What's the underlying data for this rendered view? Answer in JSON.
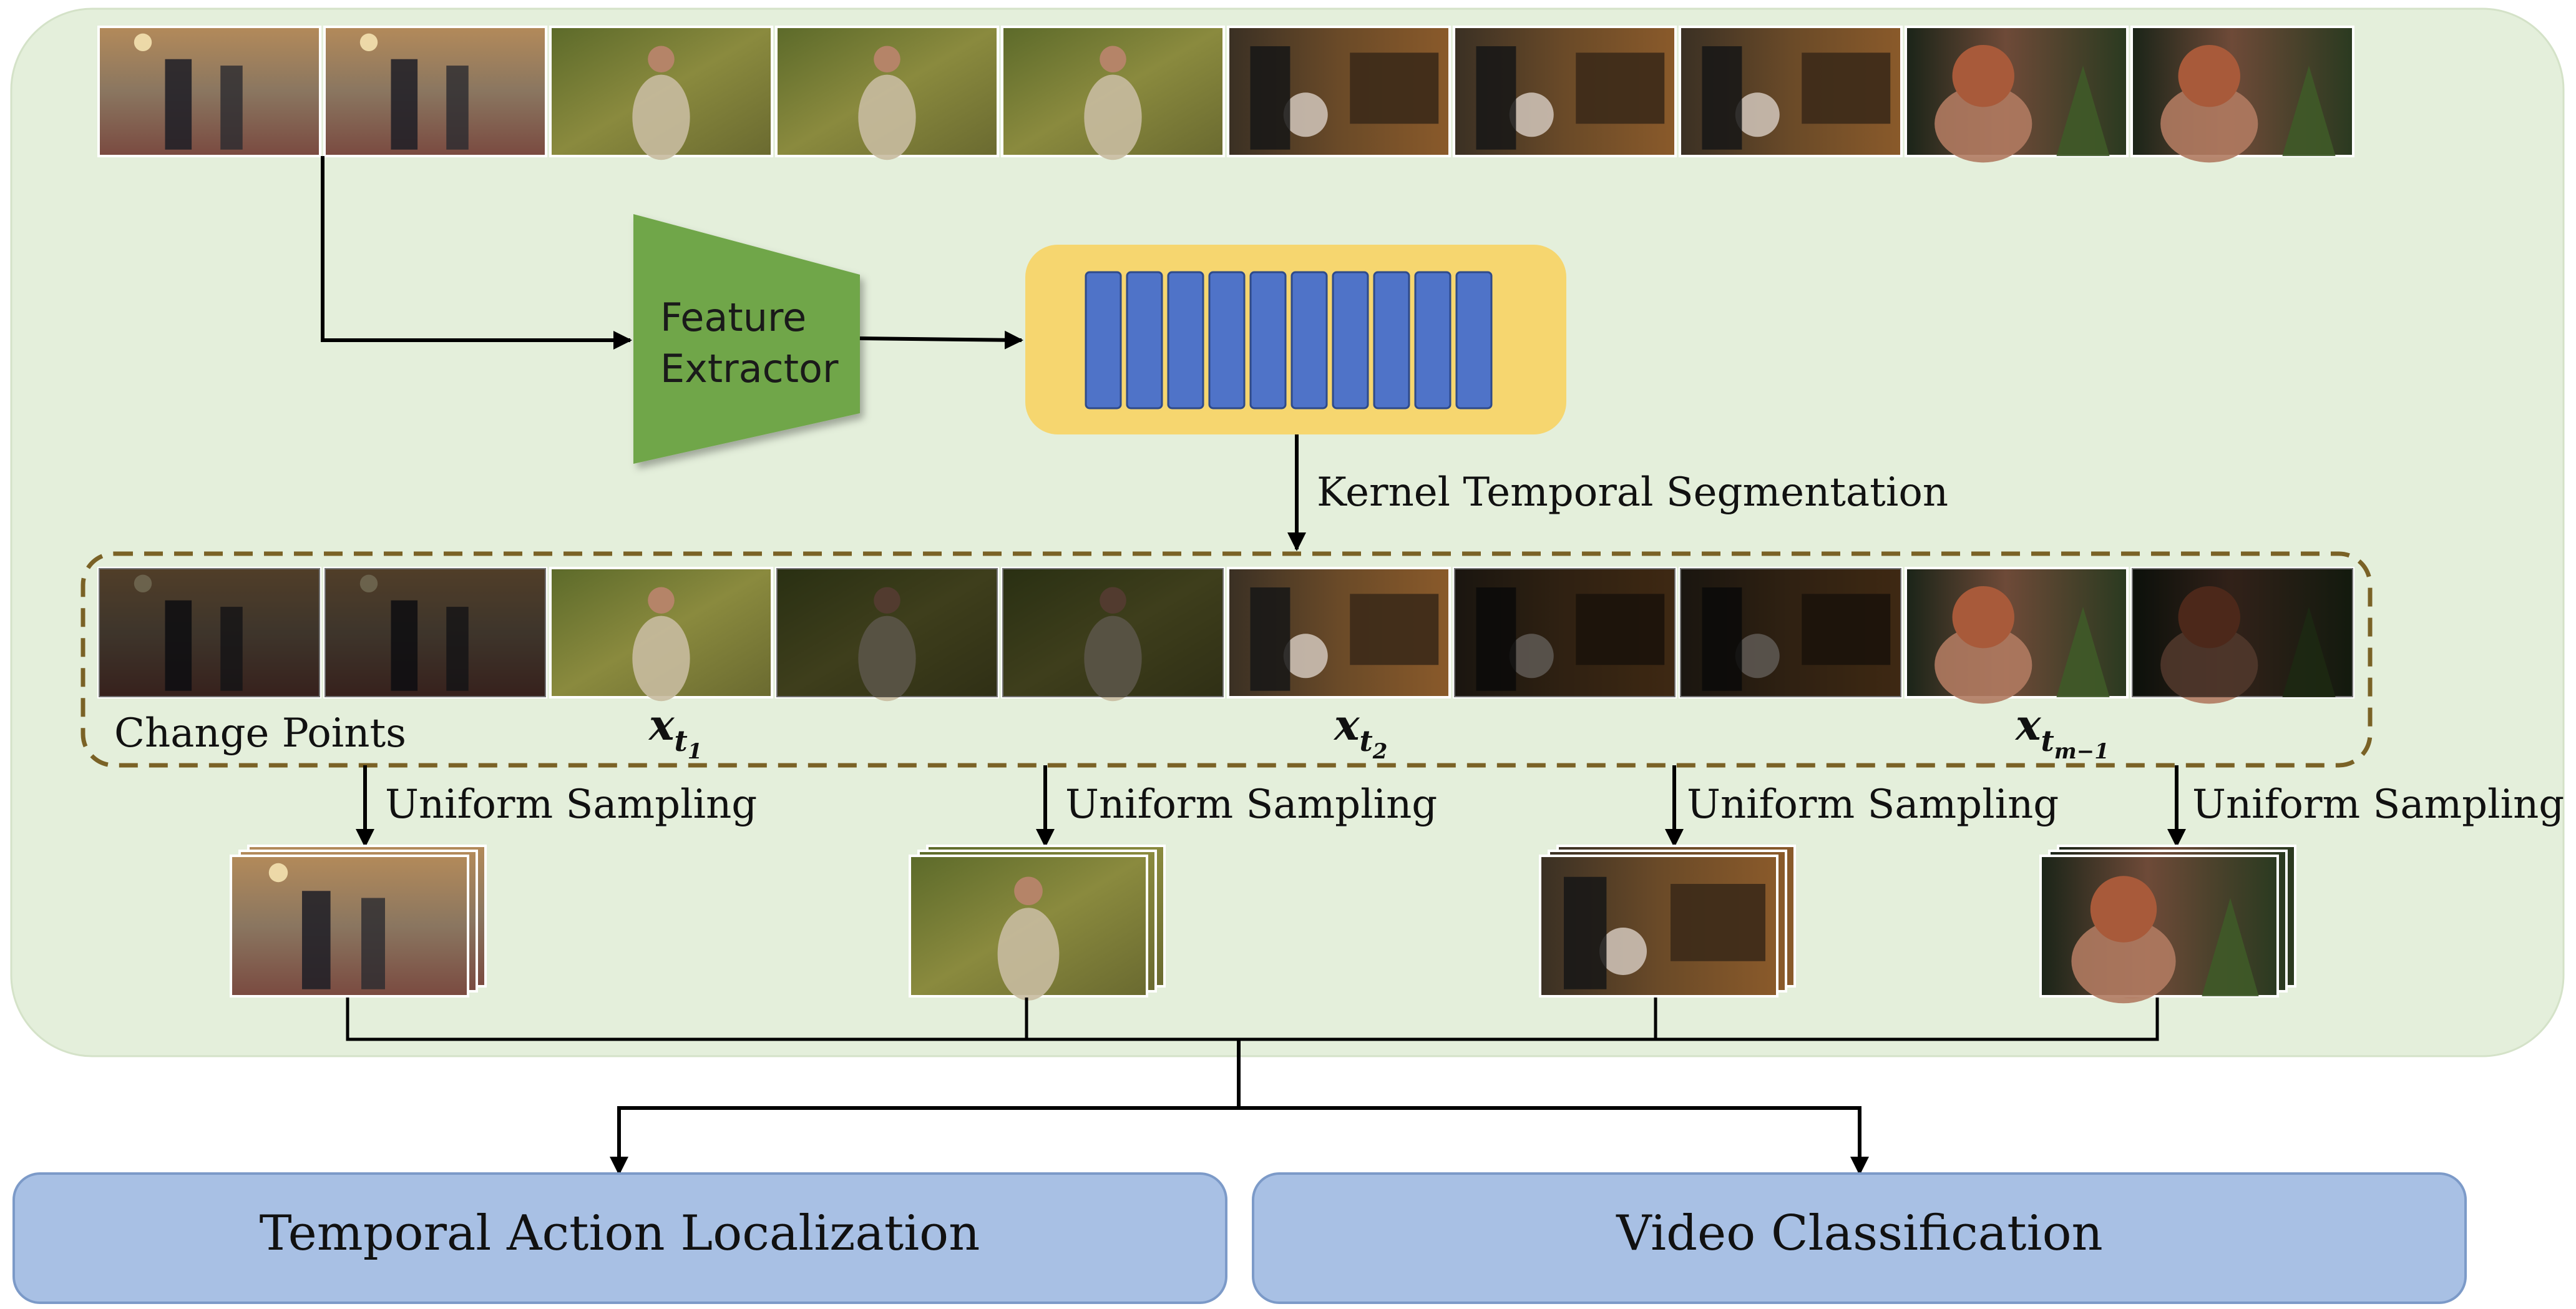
{
  "feature_extractor": {
    "line1": "Feature",
    "line2": "Extractor"
  },
  "segmentation_label": "Kernel Temporal Segmentation",
  "change_points_label": "Change Points",
  "change_point_markers": [
    {
      "base": "x",
      "subscript": "t",
      "subsub": "1"
    },
    {
      "base": "x",
      "subscript": "t",
      "subsub": "2"
    },
    {
      "base": "x",
      "subscript": "t",
      "subsub": "m−1"
    }
  ],
  "sampling_labels": [
    "Uniform Sampling",
    "Uniform Sampling",
    "Uniform Sampling",
    "Uniform Sampling"
  ],
  "outputs": {
    "left": "Temporal Action Localization",
    "right": "Video Classification"
  },
  "frame_scenes": [
    "ballroom",
    "ballroom",
    "garden",
    "garden",
    "garden",
    "piano",
    "piano",
    "piano",
    "portrait",
    "portrait"
  ],
  "highlighted_frames": [
    2,
    5,
    8
  ],
  "feature_bar_count": 10,
  "colors": {
    "panel_bg": "#e4efdb",
    "panel_border": "#d4e2c8",
    "extractor_green": "#6fa64a",
    "feature_box": "#f6d66f",
    "feature_bar": "#4f73c8",
    "feature_bar_border": "#2e4a8a",
    "dashed_border": "#7a6226",
    "output_box": "#a8c0e4",
    "output_border": "#7c9ac8",
    "arrow": "#000000"
  }
}
